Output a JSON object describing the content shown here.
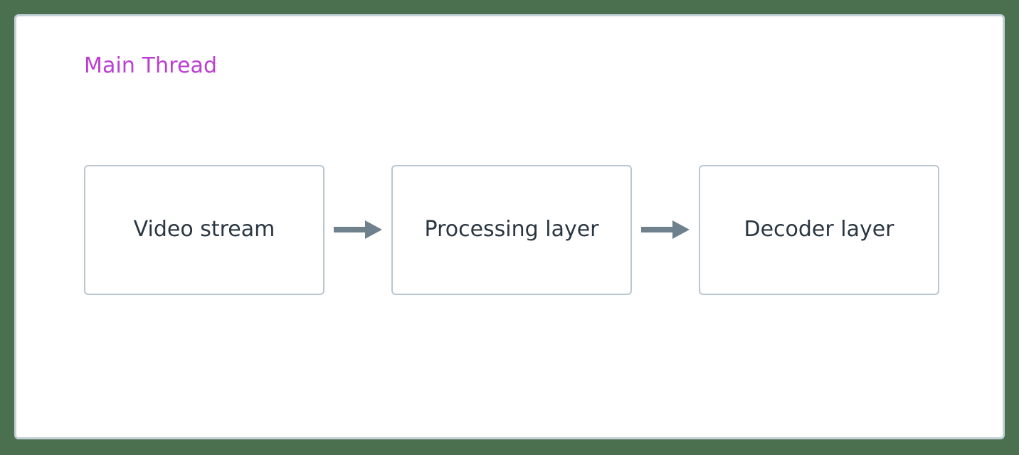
{
  "canvas": {
    "background_color": "#4a7050",
    "panel_background": "#ffffff",
    "panel_border_color": "#c3cfd9"
  },
  "diagram": {
    "type": "flowchart",
    "direction": "left-to-right",
    "group": {
      "title": "Main Thread",
      "title_color": "#bb3fd0"
    },
    "node_style": {
      "border_color": "#b9c7d1",
      "fill": "#ffffff",
      "text_color": "#2a3642"
    },
    "edge_style": {
      "color": "#6e818c",
      "arrowhead": "triangle-filled"
    },
    "nodes": [
      {
        "id": "video-stream",
        "label": "Video stream"
      },
      {
        "id": "processing-layer",
        "label": "Processing layer"
      },
      {
        "id": "decoder-layer",
        "label": "Decoder layer"
      }
    ],
    "edges": [
      {
        "id": "edge-1",
        "from": "video-stream",
        "to": "processing-layer",
        "label": ""
      },
      {
        "id": "edge-2",
        "from": "processing-layer",
        "to": "decoder-layer",
        "label": ""
      }
    ]
  }
}
